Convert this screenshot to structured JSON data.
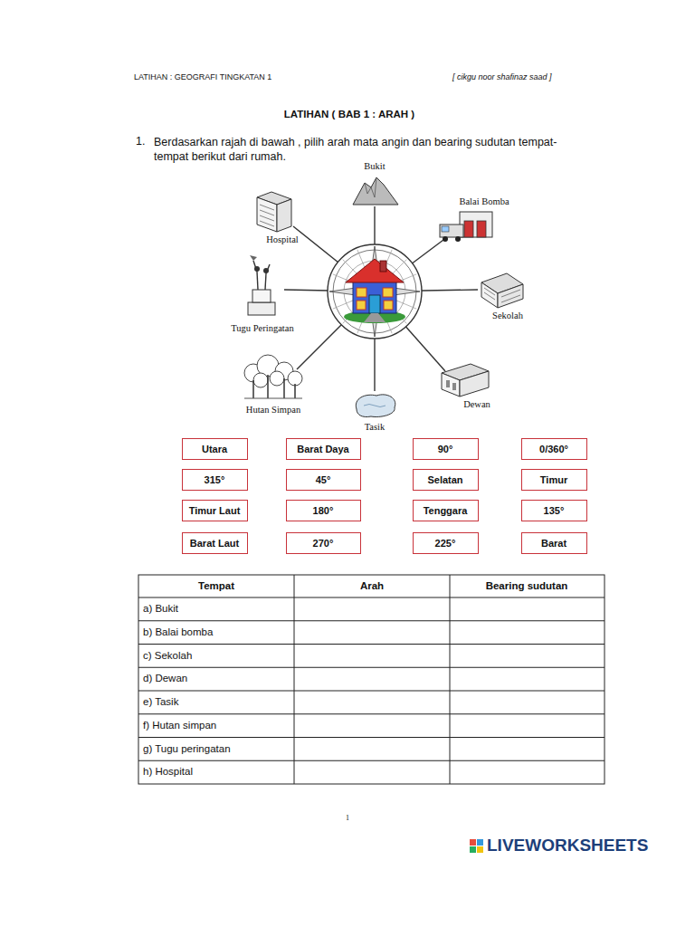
{
  "diagram": {
    "title": "LATIHAN ( BAB 1 : ARAH )",
    "nodes": [
      {
        "text": [
          "Utara"
        ]
      },
      {
        "text": [
          "Barat Daya"
        ]
      },
      {
        "text": [
          "90°"
        ]
      },
      {
        "text": [
          "0/360°"
        ]
      },
      {
        "text": [
          "315°"
        ]
      },
      {
        "text": [
          "45°"
        ]
      },
      {
        "text": [
          "Selatan"
        ]
      },
      {
        "text": [
          "Timur"
        ]
      },
      {
        "text": [
          "Timur Laut"
        ]
      },
      {
        "text": [
          "180°"
        ]
      },
      {
        "text": [
          "Tenggara"
        ]
      },
      {
        "text": [
          "135°"
        ]
      },
      {
        "text": [
          "Barat Laut"
        ]
      },
      {
        "text": [
          "270°"
        ]
      },
      {
        "text": [
          "225°"
        ]
      },
      {
        "text": [
          "Barat"
        ]
      }
    ],
    "labels": [
      "LATIHAN  : GEOGRAFI TINGKATAN 1",
      "[ cikgu noor shafinaz saad ]",
      "1.",
      "Berdasarkan rajah di bawah , pilih arah mata angin dan bearing sudutan tempat- tempat berikut dari rumah.",
      "Bukit",
      "Balai Bomba",
      "Sekolah",
      "Dewan",
      "Tasik",
      "Hutan Simpan",
      "Tugu Peringatan",
      "Hospital",
      "Tempat",
      "Arah",
      "Bearing sudutan",
      "a) Bukit",
      "b) Balai bomba",
      "c) Sekolah",
      "d) Dewan",
      "e) Tasik",
      "f) Hutan simpan",
      "g) Tugu peringatan",
      "h) Hospital",
      "1",
      "LIVEWORKSHEETS"
    ]
  }
}
